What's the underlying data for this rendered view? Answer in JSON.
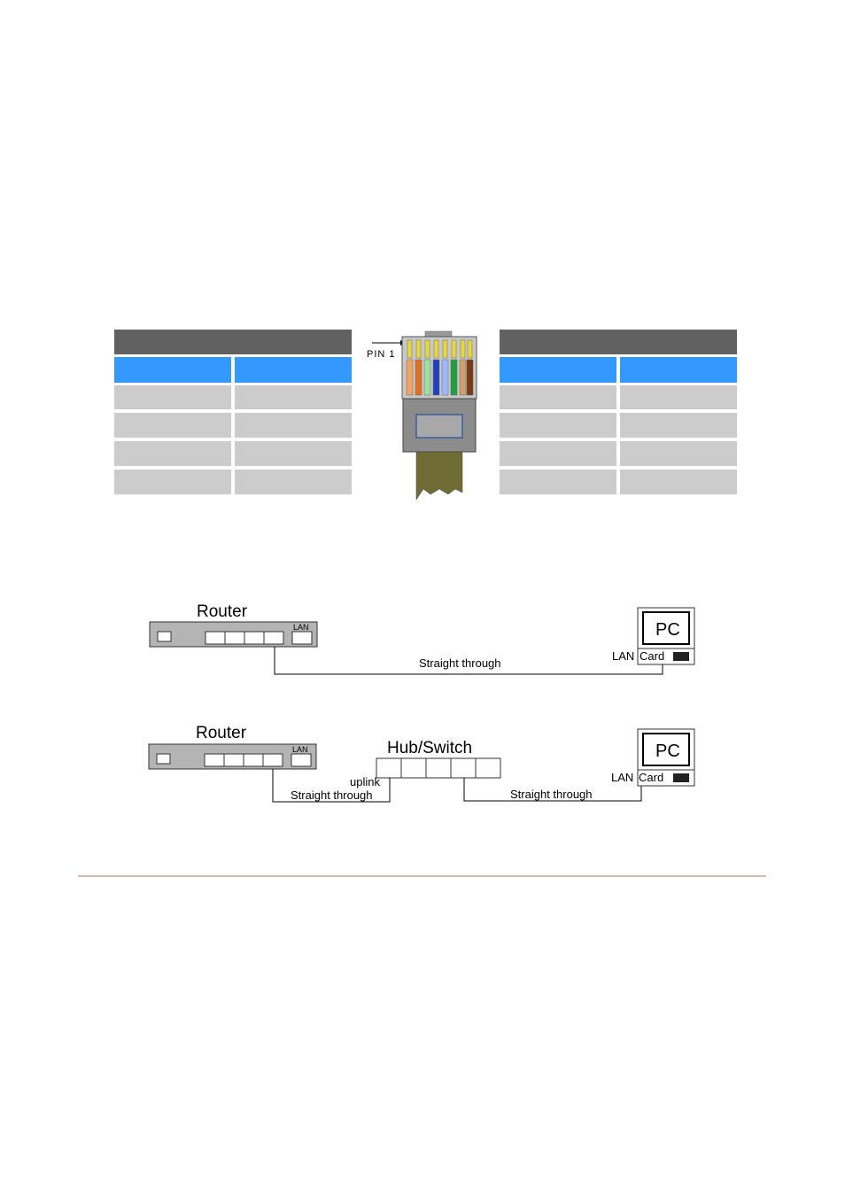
{
  "connector": {
    "pin_label": "PIN 1"
  },
  "diagram1": {
    "router_label": "Router",
    "router_port_label": "LAN",
    "pc_label": "PC",
    "lan_label": "LAN",
    "card_label": "Card",
    "cable_label": "Straight through"
  },
  "diagram2": {
    "router_label": "Router",
    "router_port_label": "LAN",
    "hub_label": "Hub/Switch",
    "uplink_label": "uplink",
    "cable1_label": "Straight through",
    "cable2_label": "Straight through",
    "pc_label": "PC",
    "lan_label": "LAN",
    "card_label": "Card"
  },
  "colors": {
    "table_header": "#616161",
    "table_subheader": "#3399ff",
    "table_row": "#cccccc",
    "device_gray": "#b4b4b4",
    "cable_jacket": "#6e6b34"
  }
}
